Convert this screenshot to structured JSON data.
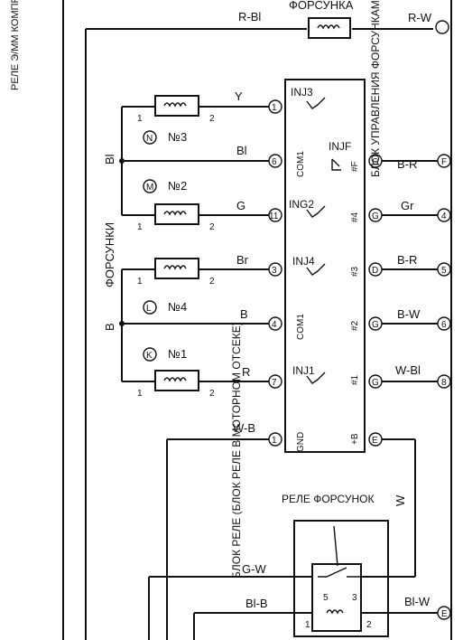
{
  "labels": {
    "relay_compressor": "РЕЛЕ Э/ММ КОМПРЕС КОНДИЦИО",
    "injector_top": "ФОРСУНКА",
    "injectors_group": "ФОРСУНКИ",
    "control_block": "БЛОК УПРАВЛЕНИЯ ФОРСУНКАМИ",
    "relay_block": "БЛОК РЕЛЕ (БЛОК РЕЛЕ В МОТОРНОМ ОТСЕКЕ)",
    "injector_relay": "РЕЛЕ ФОРСУНОК"
  },
  "injectors": {
    "n3": {
      "letter": "N",
      "num": "№3"
    },
    "n2": {
      "letter": "M",
      "num": "№2"
    },
    "n4": {
      "letter": "L",
      "num": "№4"
    },
    "n1": {
      "letter": "K",
      "num": "№1"
    }
  },
  "wires": {
    "r_bl": "R-Bl",
    "r_w": "R-W",
    "y": "Y",
    "bl": "Bl",
    "bl_side": "Bl",
    "g": "G",
    "br": "Br",
    "b": "B",
    "b_side": "B",
    "r": "R",
    "w_b": "W-B",
    "b_r_top": "B-R",
    "gr": "Gr",
    "b_r": "B-R",
    "b_w": "B-W",
    "w_bl": "W-Bl",
    "w": "W",
    "g_w": "G-W",
    "bl_b": "Bl-B",
    "bl_w": "Bl-W"
  },
  "block": {
    "inj3": "INJ3",
    "injf": "INJF",
    "ing2": "ING2",
    "inj4": "INJ4",
    "inj1": "INJ1",
    "com1a": "COM1",
    "com1b": "COM1",
    "gnd": "GND",
    "p_plus_b": "+B",
    "p_f": "#F",
    "p2": "#2",
    "p3": "#3",
    "p4": "#4",
    "p1": "#1"
  },
  "pins": {
    "c1": "1",
    "c2": "6",
    "c3": "11",
    "c4": "3",
    "c5": "4",
    "c6": "7",
    "c7": "1",
    "d1": "G",
    "d2": "F",
    "d3": "G",
    "d4": "D",
    "d5": "G",
    "d6": "G",
    "d7": "E",
    "e1": "8",
    "e2": "4",
    "e3": "5",
    "e4": "6",
    "e5": "E"
  },
  "terms": {
    "inj_left": "1",
    "inj_right": "2",
    "relay_5": "5",
    "relay_3": "3",
    "relay_1": "1",
    "relay_2": "2"
  }
}
